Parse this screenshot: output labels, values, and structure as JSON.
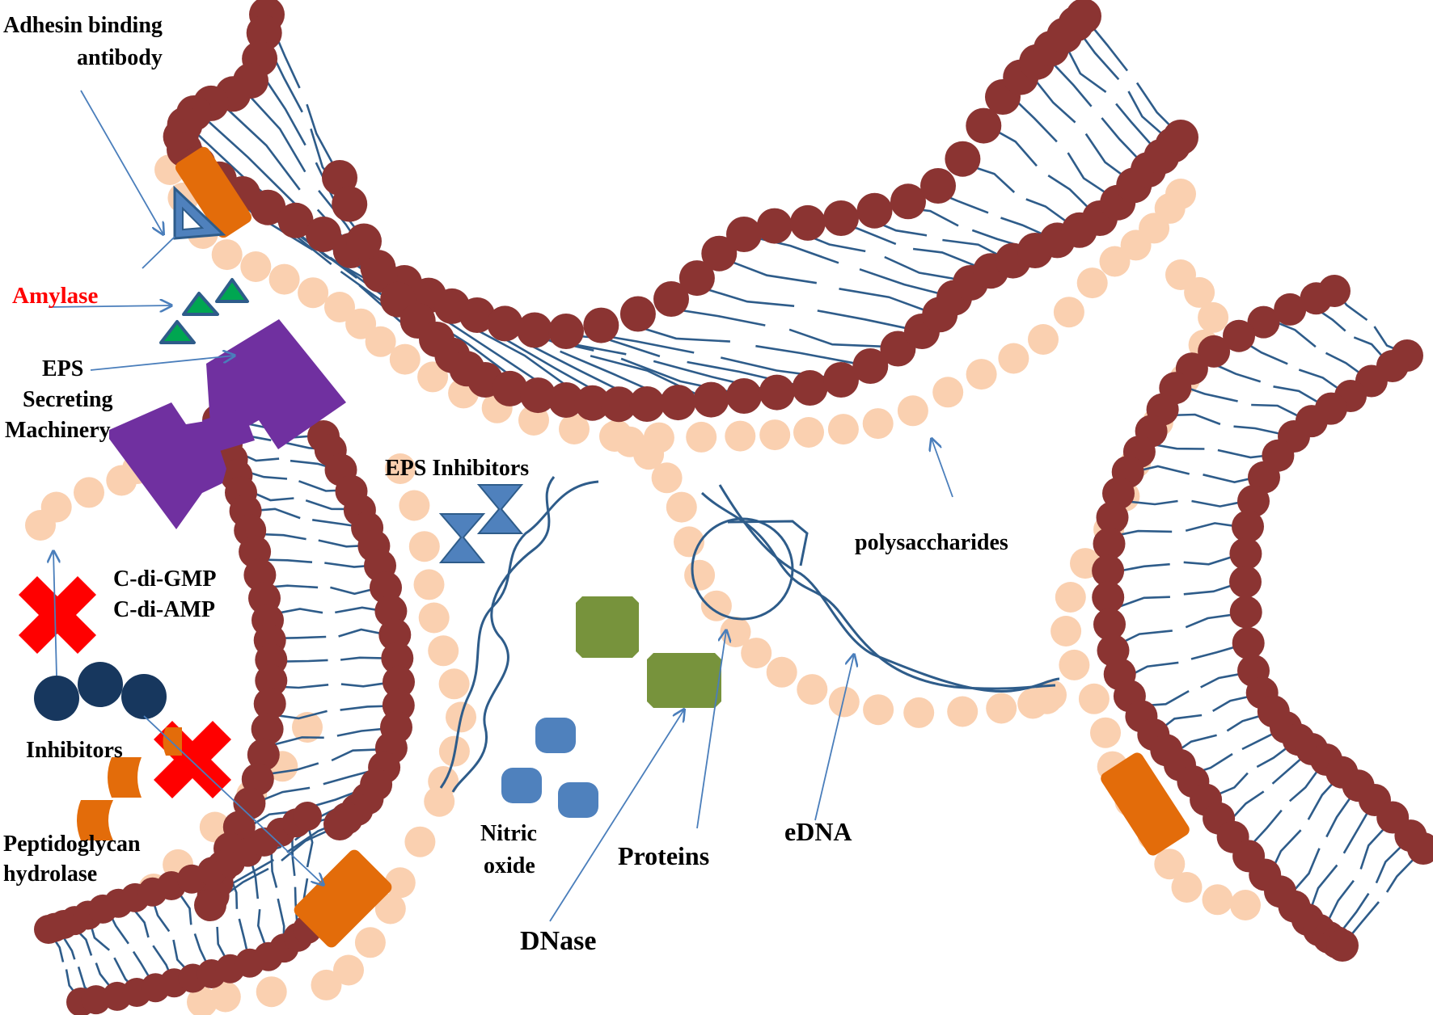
{
  "labels": {
    "adhesin_line1": "Adhesin binding",
    "adhesin_line2": "antibody",
    "amylase": "Amylase",
    "eps_line1": "EPS",
    "eps_line2": "Secreting",
    "eps_line3": "Machinery",
    "cdigmp": "C-di-GMP",
    "cdiamp": "C-di-AMP",
    "inhibitors": "Inhibitors",
    "peptidoglycan_line1": "Peptidoglycan",
    "peptidoglycan_line2": "hydrolase",
    "eps_inhibitors": "EPS Inhibitors",
    "nitric_line1": "Nitric",
    "nitric_line2": "oxide",
    "proteins": "Proteins",
    "dnase": "DNase",
    "edna": "eDNA",
    "polysaccharides": "polysaccharides"
  },
  "colors": {
    "lipid_head": "#8B3432",
    "eps_bead": "#FAD0B0",
    "tail": "#2E5C8A",
    "orange": "#E36C0A",
    "purple": "#7030A0",
    "green": "#77933C",
    "blue_shape": "#4F81BD",
    "red_x": "#FF0000",
    "navy": "#17375E",
    "triangle_green": "#00A651",
    "amylase_text": "#FF0000",
    "text": "#000000",
    "arrow": "#4A7EBB"
  },
  "icons": [
    "x-icon",
    "hourglass-icon",
    "triangle-icon",
    "rounded-rect-icon",
    "octagon-icon"
  ]
}
